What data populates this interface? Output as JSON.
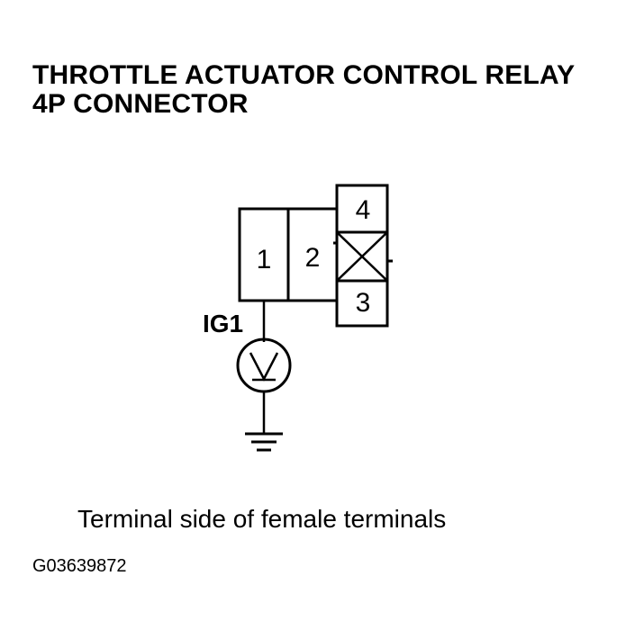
{
  "title": {
    "line1": "THROTTLE ACTUATOR CONTROL RELAY",
    "line2": "4P CONNECTOR"
  },
  "connector": {
    "terminals": [
      "1",
      "2",
      "3",
      "4"
    ],
    "blank_terminal_icon": "x-cross-icon"
  },
  "signal_label": "IG1",
  "meter_icon": "voltmeter-icon",
  "ground_icon": "ground-icon",
  "caption": "Terminal side of female terminals",
  "figure_code": "G03639872"
}
